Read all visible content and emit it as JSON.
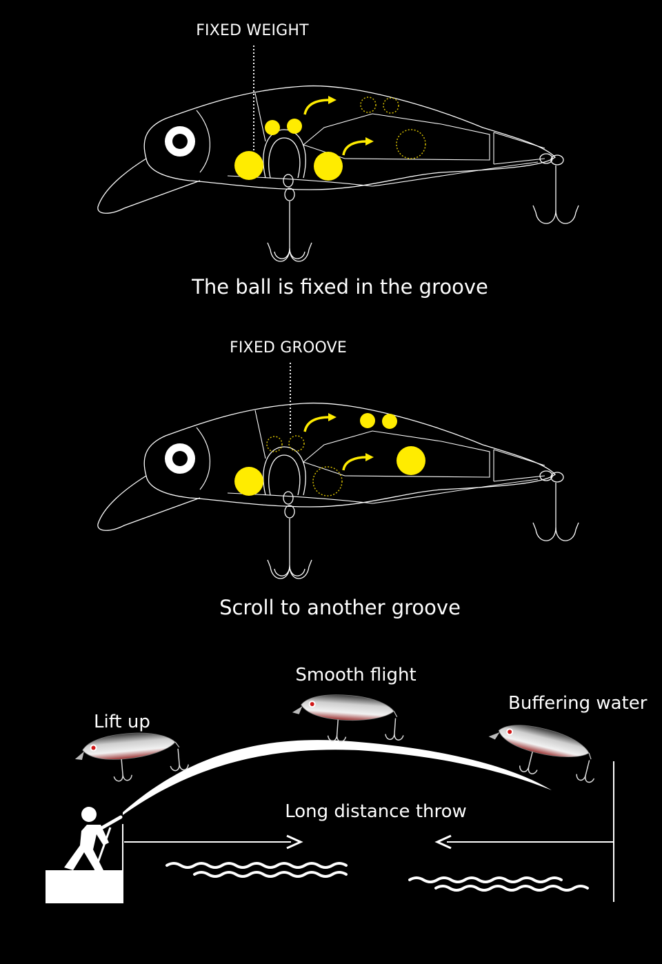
{
  "panel1": {
    "callout": "FIXED WEIGHT",
    "caption": "The ball is fixed in the groove"
  },
  "panel2": {
    "callout": "FIXED GROOVE",
    "caption": "Scroll to another groove"
  },
  "scene": {
    "lift_up": "Lift up",
    "smooth_flight": "Smooth flight",
    "buffering_water": "Buffering water",
    "long_distance": "Long distance throw"
  },
  "colors": {
    "background": "#000000",
    "ball": "#ffec00",
    "outline": "#ffffff"
  }
}
